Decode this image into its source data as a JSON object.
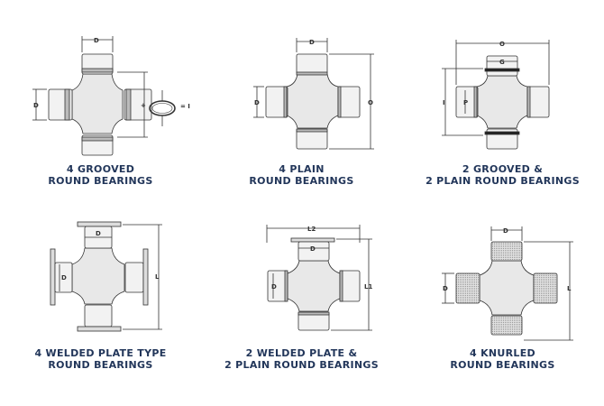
{
  "caption_color": "#22365a",
  "items": [
    {
      "line1": "4 GROOVED",
      "line2": "ROUND BEARINGS",
      "labels": {
        "d_top": "D",
        "d_left": "D",
        "plus": "+",
        "eq_i": "= I"
      }
    },
    {
      "line1": "4 PLAIN",
      "line2": "ROUND BEARINGS",
      "labels": {
        "d_top": "D",
        "d_left": "D",
        "o_right": "O"
      }
    },
    {
      "line1": "2 GROOVED &",
      "line2": "2 PLAIN ROUND BEARINGS",
      "labels": {
        "o_top": "O",
        "g_top": "G",
        "p": "P",
        "i_left": "I"
      }
    },
    {
      "line1": "4 WELDED PLATE TYPE",
      "line2": "ROUND BEARINGS",
      "labels": {
        "d_top": "D",
        "d_left": "D",
        "l_right": "L"
      }
    },
    {
      "line1": "2 WELDED PLATE &",
      "line2": "2 PLAIN ROUND BEARINGS",
      "labels": {
        "l2_top": "L2",
        "d_top": "D",
        "d_left": "D",
        "l1_right": "L1"
      }
    },
    {
      "line1": "4 KNURLED",
      "line2": "ROUND BEARINGS",
      "labels": {
        "d_top": "D",
        "d_left": "D",
        "l_right": "L"
      }
    }
  ]
}
